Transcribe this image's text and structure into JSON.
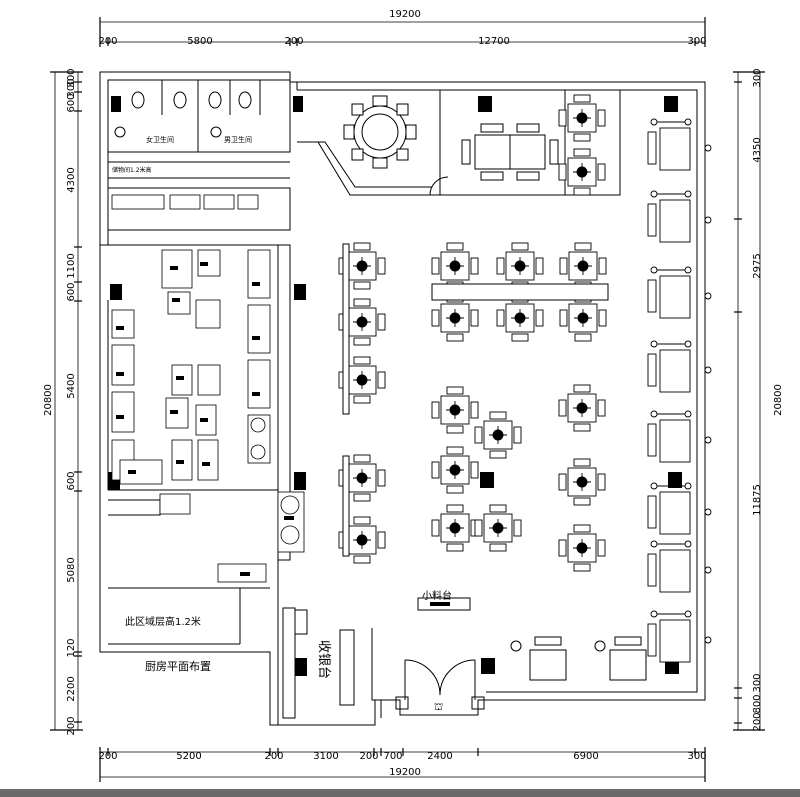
{
  "dimensions": {
    "top_total": "19200",
    "top_segments": [
      "200",
      "5800",
      "200",
      "12700",
      "300"
    ],
    "bottom_total": "19200",
    "bottom_segments": [
      "200",
      "5200",
      "200",
      "3100",
      "200",
      "700",
      "2400",
      "6900",
      "300"
    ],
    "left_total": "20800",
    "left_segments": [
      "300",
      "300",
      "600",
      "4300",
      "1100",
      "600",
      "5400",
      "600",
      "5080",
      "120",
      "2200",
      "200"
    ],
    "right_total": "20800",
    "right_segments": [
      "300",
      "4350",
      "2975",
      "11875",
      "300",
      "800",
      "200"
    ]
  },
  "labels": {
    "female_restroom": "女卫生间",
    "male_restroom": "男卫生间",
    "corridor_note": "储物间1.2米高",
    "raised_area": "此区域层高1.2米",
    "kitchen_plan": "厨房平面布置",
    "condiment_station": "小料台",
    "cashier": "收银台"
  }
}
